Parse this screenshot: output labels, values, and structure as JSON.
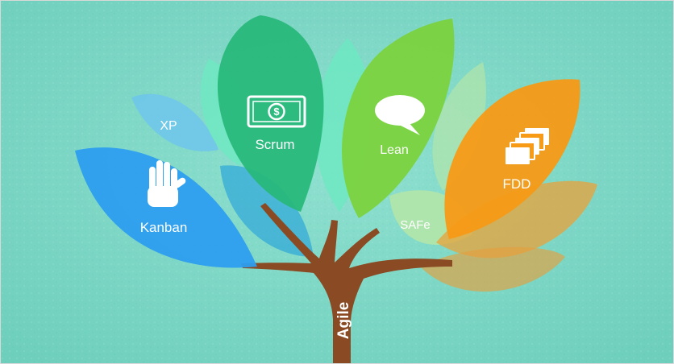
{
  "diagram": {
    "trunk_label": "Agile",
    "leaves": {
      "xp": "XP",
      "scrum": "Scrum",
      "lean": "Lean",
      "kanban": "Kanban",
      "fdd": "FDD",
      "safe": "SAFe"
    },
    "icons": {
      "scrum": "banknote-icon",
      "lean": "speech-bubble-icon",
      "kanban": "hand-icon",
      "fdd": "stacked-cards-icon"
    },
    "colors": {
      "background": "#7dd6c4",
      "trunk": "#8a4b24",
      "scrum": "#27b87a",
      "lean": "#7bd23b",
      "kanban": "#2d9ef0",
      "fdd": "#f79a16",
      "xp": "#6fc6ea",
      "safe": "#b3e6a9",
      "fdd_back": "#e8a13a",
      "mint": "#6ee8c2"
    }
  }
}
